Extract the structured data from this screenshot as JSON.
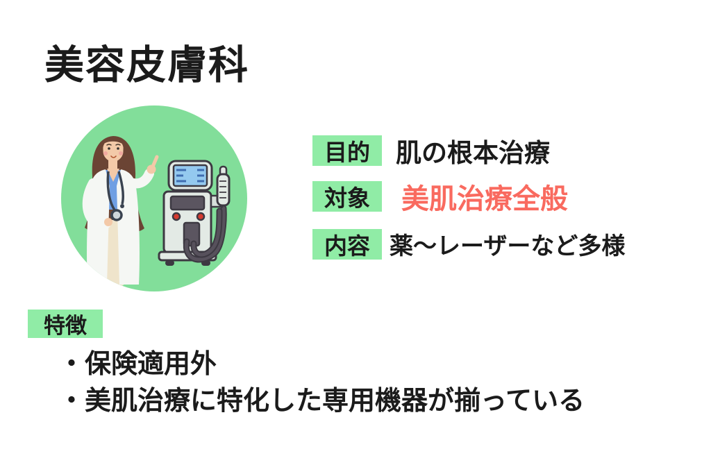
{
  "page": {
    "title": "美容皮膚科"
  },
  "colors": {
    "background": "#FFFFFF",
    "label_green": "#90ECA6",
    "circle_green": "#82DE9A",
    "text_black": "#1B1B1B",
    "accent_red": "#F96A5F"
  },
  "info_rows": [
    {
      "id": "purpose",
      "label": "目的",
      "value": "肌の根本治療",
      "value_color": "#1B1B1B"
    },
    {
      "id": "target",
      "label": "対象",
      "value": "美肌治療全般",
      "value_color": "#F96A5F"
    },
    {
      "id": "content",
      "label": "内容",
      "value": "薬〜レーザーなど多様",
      "value_color": "#1B1B1B"
    }
  ],
  "features": {
    "label": "特徴",
    "items": [
      "・保険適用外",
      "・美肌治療に特化した専用機器が揃っている"
    ]
  },
  "icons": {
    "hero": "doctor-with-laser-machine-illustration"
  }
}
